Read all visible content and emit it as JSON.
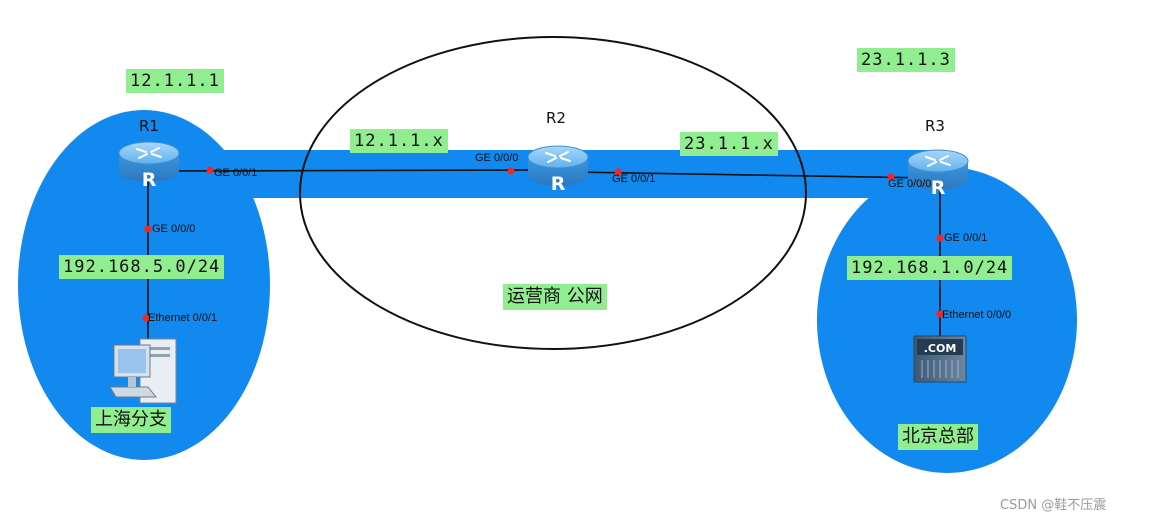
{
  "nodes": {
    "r1": {
      "name": "R1"
    },
    "r2": {
      "name": "R2"
    },
    "r3": {
      "name": "R3"
    }
  },
  "ip_labels": {
    "r1_ip": "12.1.1.1",
    "r3_ip": "23.1.1.3",
    "link_r1_r2": "12.1.1.x",
    "link_r2_r3": "23.1.1.x",
    "shanghai_lan": "192.168.5.0/24",
    "beijing_lan": "192.168.1.0/24"
  },
  "ports": {
    "r1_ge001": "GE 0/0/1",
    "r1_ge000": "GE 0/0/0",
    "r2_ge000": "GE 0/0/0",
    "r2_ge001": "GE 0/0/1",
    "r3_ge000": "GE 0/0/0",
    "r3_ge001": "GE 0/0/1",
    "pc_eth": "Ethernet 0/0/1",
    "server_eth": "Ethernet 0/0/0"
  },
  "regions": {
    "shanghai": "上海分支",
    "beijing": "北京总部",
    "isp": "运营商 公网"
  },
  "server_badge": ".COM",
  "router_glyph": "R",
  "watermark": "CSDN @鞋不压震",
  "colors": {
    "blue": "#1189ee",
    "label_green": "#90ee90",
    "port_dot": "#ff2020",
    "router_body": "#4aa3e6"
  }
}
